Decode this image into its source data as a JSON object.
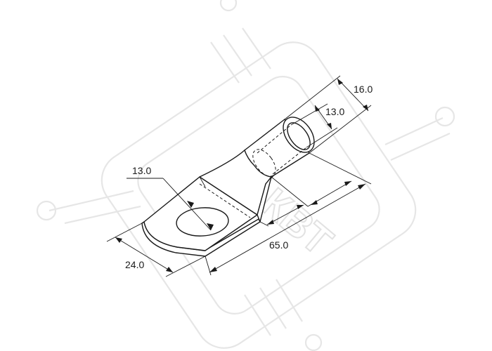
{
  "watermark": {
    "text": "КВТ"
  },
  "dimensions": {
    "hole_diameter": "13.0",
    "width": "24.0",
    "length": "65.0",
    "barrel_outer": "16.0",
    "barrel_inner": "13.0"
  }
}
